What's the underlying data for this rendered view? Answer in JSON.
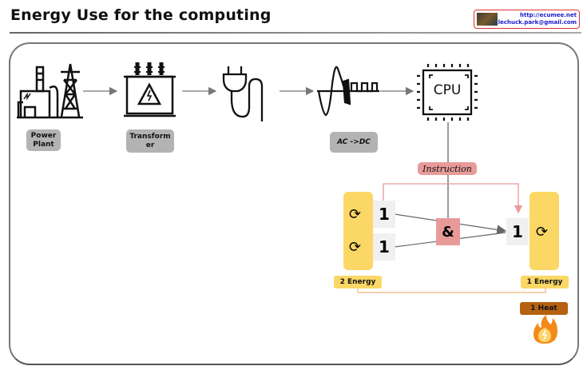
{
  "header": {
    "title": "Energy Use for the computing",
    "badge": {
      "url": "http://ecumee.net",
      "email": "lechuck.park@gmail.com"
    }
  },
  "pipeline": {
    "stages": [
      {
        "id": "power-plant",
        "icon": "power-plant-icon",
        "label": "Power Plant"
      },
      {
        "id": "transformer",
        "icon": "transformer-icon",
        "label": "Transform er"
      },
      {
        "id": "plug",
        "icon": "plug-icon",
        "label": ""
      },
      {
        "id": "rectifier",
        "icon": "ac-dc-wave-icon",
        "label": "AC ->DC"
      },
      {
        "id": "cpu",
        "icon": "cpu-icon",
        "label": "CPU"
      }
    ]
  },
  "logic": {
    "instruction_label": "Instruction",
    "input_bits": [
      "1",
      "1"
    ],
    "gate_symbol": "&",
    "output_bit": "1",
    "input_energy_label": "2 Energy",
    "output_energy_label": "1 Energy",
    "heat_label": "1 Heat"
  },
  "colors": {
    "label_gray": "#b3b3b3",
    "energy_yellow": "#fbd766",
    "instruction_pink": "#e89a9a",
    "heat_brown": "#b5610f",
    "flame_orange": "#f28a1a"
  }
}
